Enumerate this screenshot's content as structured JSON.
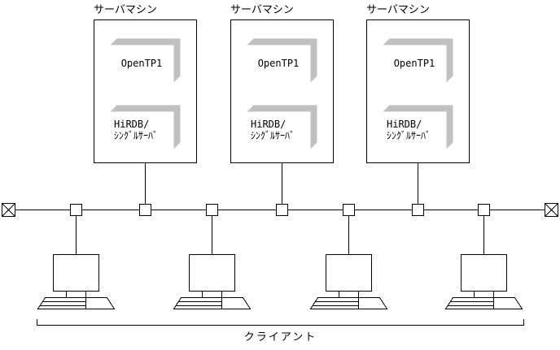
{
  "servers": [
    {
      "label": "サーバマシン",
      "components": [
        "OpenTP1",
        "HiRDB/\nｼﾝｸﾞﾙｻｰﾊﾞ"
      ]
    },
    {
      "label": "サーバマシン",
      "components": [
        "OpenTP1",
        "HiRDB/\nｼﾝｸﾞﾙｻｰﾊﾞ"
      ]
    },
    {
      "label": "サーバマシン",
      "components": [
        "OpenTP1",
        "HiRDB/\nｼﾝｸﾞﾙｻｰﾊﾞ"
      ]
    }
  ],
  "clients": {
    "bracket_label": "クライアント",
    "count": 4
  },
  "network": {
    "type": "bus",
    "terminator_count": 2,
    "tap_count": 7
  },
  "colors": {
    "line": "#000000",
    "box_shade": "#c0c0c0",
    "background": "#ffffff"
  }
}
